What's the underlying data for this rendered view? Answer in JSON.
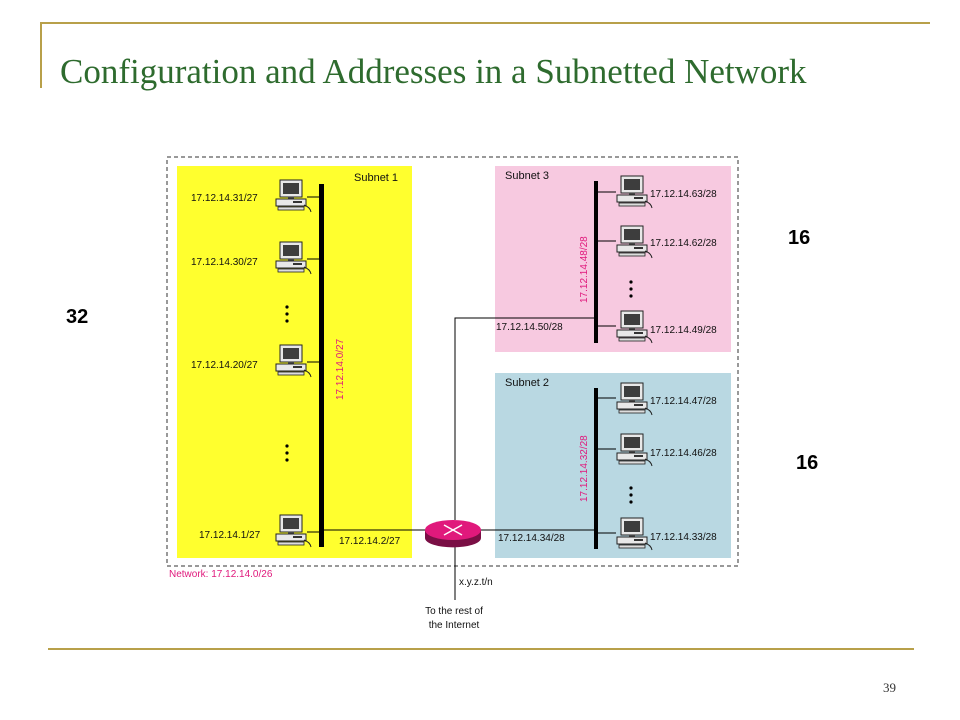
{
  "slide": {
    "title": "Configuration and Addresses in a Subnetted Network",
    "page_number": "39"
  },
  "annotations": {
    "subnet1_size": "32",
    "subnet3_size": "16",
    "subnet2_size": "16"
  },
  "diagram": {
    "network_label": "Network: 17.12.14.0/26",
    "subnet1": {
      "name": "Subnet 1",
      "network_address": "17.12.14.0/27",
      "hosts": [
        "17.12.14.31/27",
        "17.12.14.30/27",
        "17.12.14.20/27",
        "17.12.14.1/27"
      ],
      "router_interface": "17.12.14.2/27"
    },
    "subnet3": {
      "name": "Subnet 3",
      "network_address": "17.12.14.48/28",
      "hosts": [
        "17.12.14.63/28",
        "17.12.14.62/28",
        "17.12.14.49/28"
      ],
      "router_interface": "17.12.14.50/28"
    },
    "subnet2": {
      "name": "Subnet 2",
      "network_address": "17.12.14.32/28",
      "hosts": [
        "17.12.14.47/28",
        "17.12.14.46/28",
        "17.12.14.33/28"
      ],
      "router_interface": "17.12.14.34/28"
    },
    "router_external": "x.y.z.t/n",
    "internet_line1": "To the rest of",
    "internet_line2": "the Internet",
    "colors": {
      "subnet1_fill": "#ffff2e",
      "subnet3_fill": "#f7c9e0",
      "subnet2_fill": "#b9d8e2",
      "router": "#e0197c",
      "title": "#2e6b2e",
      "frame": "#b8a04a"
    }
  }
}
